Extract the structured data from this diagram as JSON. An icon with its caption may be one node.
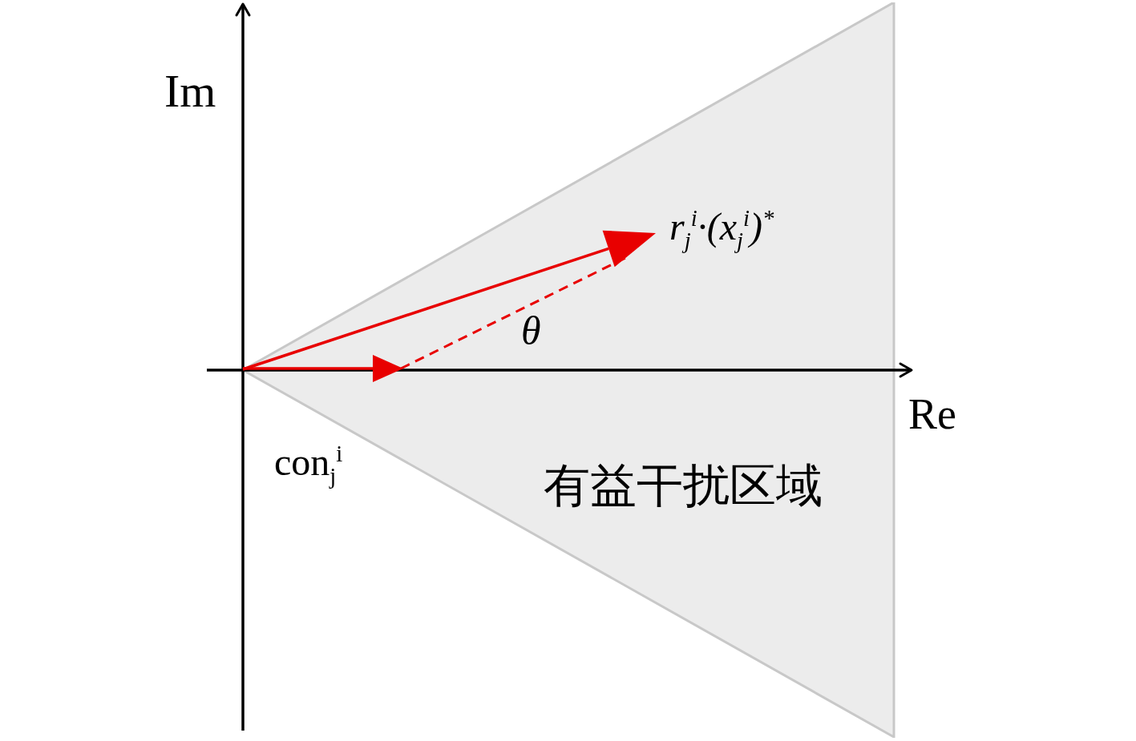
{
  "diagram": {
    "nodes": [
      {
        "text": [
          "有益干扰区域"
        ]
      }
    ],
    "labels": [
      "Im",
      "Re",
      "r$_{j}$$^{i}$·(x$_{j}$$^{i}$)$^{*}$",
      "θ",
      "con$_{j}$$^{i}$"
    ]
  }
}
